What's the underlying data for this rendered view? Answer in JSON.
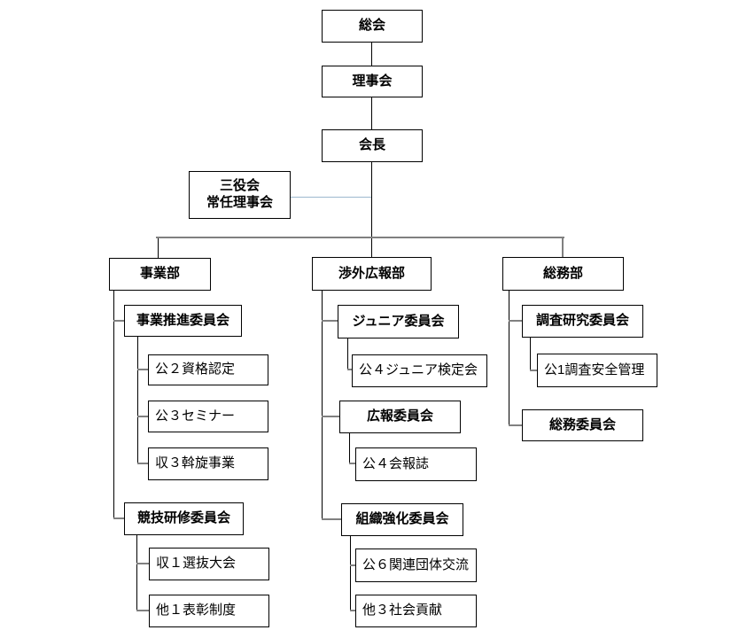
{
  "org": {
    "soukai": "総会",
    "rijikai": "理事会",
    "kaichou": "会長",
    "sanyakukai_line1": "三役会",
    "sanyakukai_line2": "常任理事会",
    "jigyoubu": "事業部",
    "jigyou_suishin_iinkai": "事業推進委員会",
    "kou2_shikaku_nintei": "公２資格認定",
    "kou3_seminar": "公３セミナー",
    "shu3_assen_jigyou": "収３斡旋事業",
    "kyougi_kenshuu_iinkai": "競技研修委員会",
    "shu1_senbatsu_taikai": "収１選抜大会",
    "ta1_hyoushou_seido": "他１表彰制度",
    "shougai_kouhoubu": "渉外広報部",
    "junior_iinkai": "ジュニア委員会",
    "kou4_junior_kenteikai": "公４ジュニア検定会",
    "kouhou_iinkai": "広報委員会",
    "kou4_kaihoushi": "公４会報誌",
    "soshiki_kyouka_iinkai": "組織強化委員会",
    "kou6_kanren_dantai_kouryuu": "公６関連団体交流",
    "ta3_shakai_kouken": "他３社会貢献",
    "soumubu": "総務部",
    "chousa_kenkyuu_iinkai": "調査研究委員会",
    "kou1_chousa_anzen_kanri": "公1調査安全管理",
    "soumu_iinkai": "総務委員会"
  },
  "colors": {
    "background": "#ffffff",
    "box_border": "#000000",
    "line_black": "#000000",
    "line_gray": "#808080",
    "line_blue": "#9db8cf"
  }
}
